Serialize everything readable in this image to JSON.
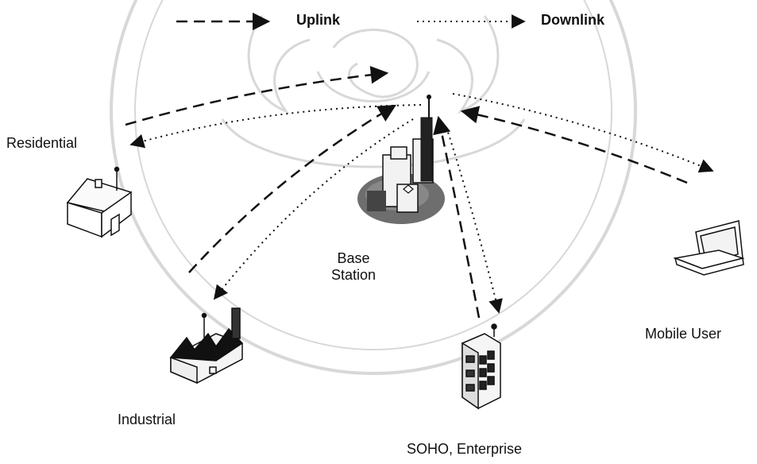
{
  "legend": {
    "uplink_label": "Uplink",
    "downlink_label": "Downlink"
  },
  "nodes": {
    "base_station_line1": "Base",
    "base_station_line2": "Station",
    "residential": "Residential",
    "industrial": "Industrial",
    "soho": "SOHO, Enterprise",
    "mobile": "Mobile User"
  },
  "colors": {
    "line": "#111111",
    "watermark": "#d9d9d9",
    "background": "#ffffff"
  }
}
